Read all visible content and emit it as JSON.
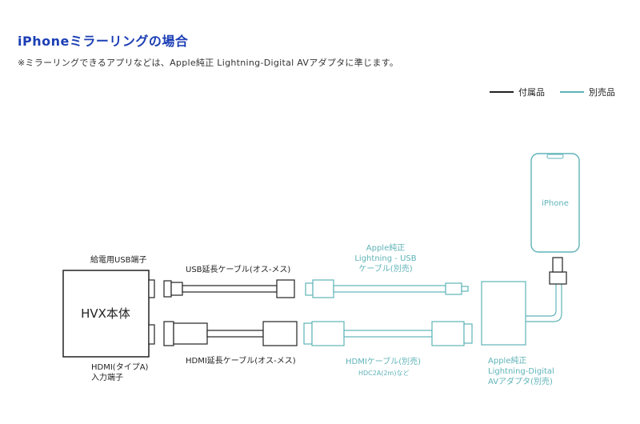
{
  "header": {
    "title": "iPhoneミラーリングの場合",
    "note": "※ミラーリングできるアプリなどは、Apple純正 Lightning-Digital AVアダプタに準じます。"
  },
  "legend": {
    "included_label": "付属品",
    "separate_label": "別売品",
    "included_color": "#222222",
    "separate_color": "#5fb3b8"
  },
  "devices": {
    "hvx_body": "HVX本体",
    "usb_port": "給電用USB端子",
    "hdmi_port_line1": "HDMI(タイプA)",
    "hdmi_port_line2": "入力端子",
    "iphone": "iPhone"
  },
  "cables": {
    "usb_extension": "USB延長ケーブル(オス-メス)",
    "hdmi_extension": "HDMI延長ケーブル(オス-メス)",
    "lightning_usb_line1": "Apple純正",
    "lightning_usb_line2": "Lightning - USB",
    "lightning_usb_line3": "ケーブル(別売)",
    "hdmi_cable": "HDMIケーブル(別売)",
    "hdmi_cable_sub": "HDC2A(2m)など",
    "adapter_line1": "Apple純正",
    "adapter_line2": "Lightning-Digital",
    "adapter_line3": "AVアダプタ(別売)"
  }
}
